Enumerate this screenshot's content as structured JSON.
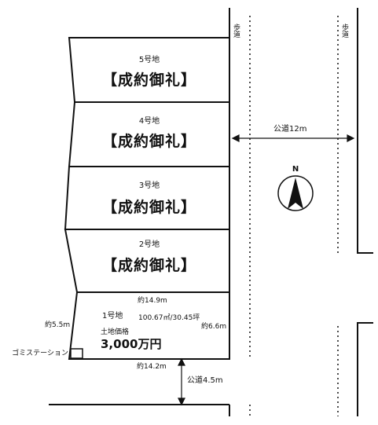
{
  "lots": [
    {
      "number": "5号地",
      "status": "【成約御礼】"
    },
    {
      "number": "4号地",
      "status": "【成約御礼】"
    },
    {
      "number": "3号地",
      "status": "【成約御礼】"
    },
    {
      "number": "2号地",
      "status": "【成約御礼】"
    },
    {
      "number": "1号地",
      "status": ""
    }
  ],
  "lot1": {
    "area": "100.67㎡/30.45坪",
    "price_label": "土地価格",
    "price": "3,000万円",
    "width_top": "約14.9m",
    "width_bottom": "約14.2m",
    "depth_left": "約5.5m",
    "depth_right": "約6.6m"
  },
  "roads": {
    "main": "公道12m",
    "side": "公道4.5m",
    "sidewalk_left": "歩道",
    "sidewalk_right": "歩道"
  },
  "station_label": "ゴミステーション",
  "compass": {
    "letter": "N"
  }
}
